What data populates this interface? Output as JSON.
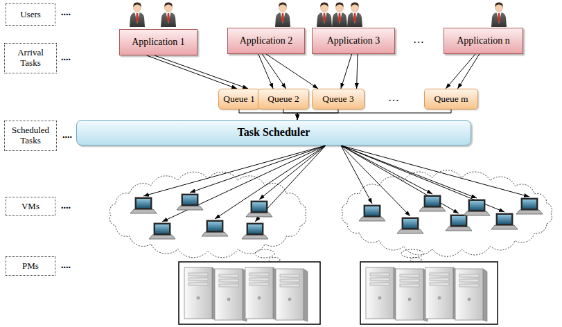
{
  "diagram": {
    "nodes": [
      {
        "text": [
          "Users"
        ]
      },
      {
        "text": [
          "Application 1"
        ]
      },
      {
        "text": [
          "Application 2"
        ]
      },
      {
        "text": [
          "Application 3"
        ]
      },
      {
        "text": [
          "Application n"
        ]
      },
      {
        "text": [
          "Arrival Tasks"
        ]
      },
      {
        "text": [
          "Queue 1"
        ]
      },
      {
        "text": [
          "Queue 2"
        ]
      },
      {
        "text": [
          "Queue 3"
        ]
      },
      {
        "text": [
          "Queue m"
        ]
      },
      {
        "text": [
          "Task Scheduler"
        ]
      },
      {
        "text": [
          "Scheduled Tasks"
        ]
      },
      {
        "text": [
          "VMs"
        ]
      },
      {
        "text": [
          "PMs"
        ]
      }
    ],
    "edges": [
      {
        "from": 1,
        "to": 6,
        "arrow": "to"
      },
      {
        "from": 1,
        "to": 6,
        "arrow": "to"
      },
      {
        "from": 2,
        "to": 7,
        "arrow": "to"
      },
      {
        "from": 2,
        "to": 7,
        "arrow": "to"
      },
      {
        "from": 2,
        "to": 8,
        "arrow": "to"
      },
      {
        "from": 3,
        "to": 8,
        "arrow": "to"
      },
      {
        "from": 3,
        "to": 8,
        "arrow": "to"
      },
      {
        "from": 4,
        "to": 9,
        "arrow": "to"
      },
      {
        "from": 4,
        "to": 9,
        "arrow": "to"
      },
      {
        "from": 6,
        "to": 10,
        "arrow": "to"
      },
      {
        "from": 7,
        "to": 10,
        "arrow": "to"
      },
      {
        "from": 8,
        "to": 10,
        "arrow": "to"
      },
      {
        "from": 9,
        "to": 10,
        "arrow": "to"
      }
    ],
    "labels": [
      "....",
      "…",
      "....",
      "…",
      "....",
      "....",
      "...."
    ]
  }
}
